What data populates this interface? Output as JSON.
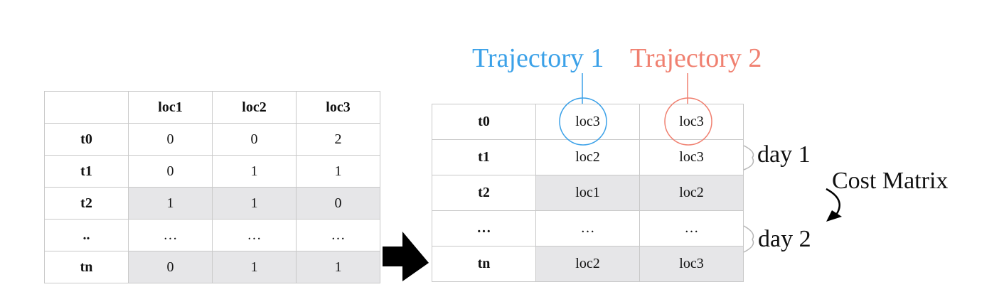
{
  "left_table": {
    "headers": [
      "",
      "loc1",
      "loc2",
      "loc3"
    ],
    "rows": [
      {
        "label": "t0",
        "cells": [
          "0",
          "0",
          "2"
        ],
        "shaded": false
      },
      {
        "label": "t1",
        "cells": [
          "0",
          "1",
          "1"
        ],
        "shaded": false
      },
      {
        "label": "t2",
        "cells": [
          "1",
          "1",
          "0"
        ],
        "shaded": true
      },
      {
        "label": "..",
        "cells": [
          "…",
          "…",
          "…"
        ],
        "shaded": false
      },
      {
        "label": "tn",
        "cells": [
          "0",
          "1",
          "1"
        ],
        "shaded": true
      }
    ]
  },
  "right_table": {
    "rows": [
      {
        "label": "t0",
        "cells": [
          "loc3",
          "loc3"
        ],
        "shaded": false
      },
      {
        "label": "t1",
        "cells": [
          "loc2",
          "loc3"
        ],
        "shaded": false
      },
      {
        "label": "t2",
        "cells": [
          "loc1",
          "loc2"
        ],
        "shaded": true
      },
      {
        "label": "…",
        "cells": [
          "…",
          "…"
        ],
        "shaded": false
      },
      {
        "label": "tn",
        "cells": [
          "loc2",
          "loc3"
        ],
        "shaded": true
      }
    ]
  },
  "trajectories": {
    "t1": {
      "label": "Trajectory 1",
      "color": "#3ba1e8"
    },
    "t2": {
      "label": "Trajectory 2",
      "color": "#f08070"
    }
  },
  "annotations": {
    "day1": "day 1",
    "day2": "day 2",
    "cost_matrix": "Cost Matrix"
  }
}
